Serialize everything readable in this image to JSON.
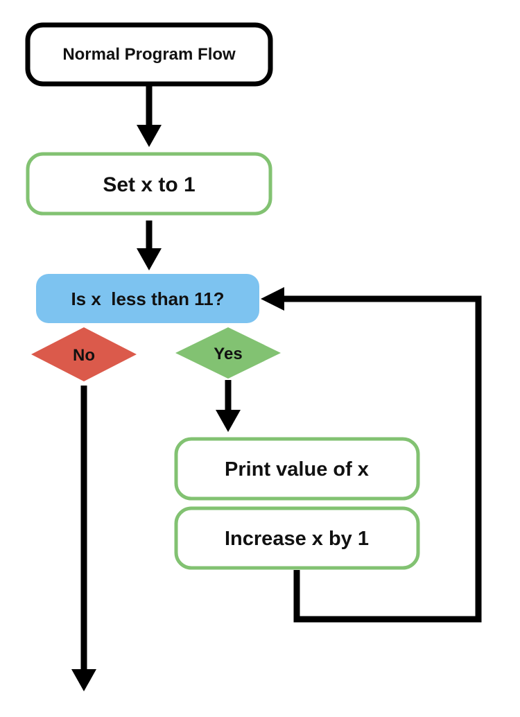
{
  "nodes": {
    "start": {
      "label": "Normal Program Flow"
    },
    "set_x": {
      "label": "Set x to 1"
    },
    "condition": {
      "label": "Is x  less than 11?"
    },
    "no_branch": {
      "label": "No"
    },
    "yes_branch": {
      "label": "Yes"
    },
    "print_x": {
      "label": "Print value of x"
    },
    "increase_x": {
      "label": "Increase x by 1"
    }
  },
  "colors": {
    "start_border": "#000000",
    "step_border": "#82c272",
    "condition_fill": "#7dc3f0",
    "no_fill": "#db5a4b",
    "yes_fill": "#82c272",
    "arrow": "#000000"
  }
}
